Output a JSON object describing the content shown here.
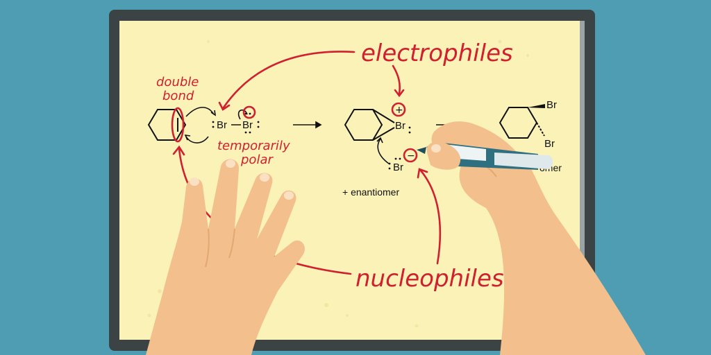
{
  "colors": {
    "background": "#4e9db3",
    "tablet_frame": "#3b4345",
    "screen": "#fbf2b8",
    "annotation_red": "#d0202f",
    "skin": "#f3bf8c",
    "skin_shadow": "#e2a772",
    "pen_teal": "#2e6f80"
  },
  "annotations": {
    "electrophiles": "electrophiles",
    "nucleophiles": "nucleophiles",
    "double_bond_line1": "double",
    "double_bond_line2": "bond",
    "temporarily_line1": "temporarily",
    "temporarily_line2": "polar"
  },
  "chemistry": {
    "br_left": "Br",
    "br_right": "Br",
    "br_bromonium": "Br",
    "br_nucleophile": "Br",
    "plus_charge": "+",
    "minus_charge": "−",
    "enantiomer_left": "+ enantiomer",
    "product_br_top": "Br",
    "product_br_bottom": "Br",
    "enantiomer_right_partial": "omer"
  },
  "icons": [
    "cyclohexene-structure",
    "bromonium-ion-structure",
    "dibromocyclohexane-structure",
    "reaction-arrow",
    "left-hand",
    "right-hand-with-pen"
  ]
}
